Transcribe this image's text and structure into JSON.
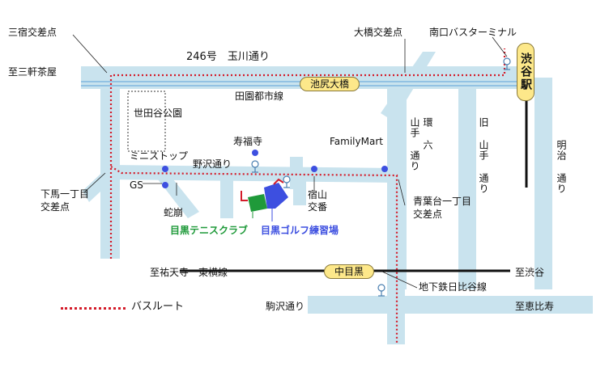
{
  "intersections": {
    "sanjuku": "三宿交差点",
    "ohashi": "大橋交差点",
    "shimouma": "下馬一丁目\n交差点",
    "aobadai": "青葉台一丁目\n交差点",
    "shukuyama": "宿山\n交番"
  },
  "roads": {
    "route246": "246号　玉川通り",
    "nozawa": "野沢通り",
    "komazawa": "駒沢通り",
    "kanroku": "環\n六",
    "yamate": "山手\n通り",
    "kyuyamate": "旧\n山手\n通り",
    "meiji": "明治\n通り"
  },
  "railways": {
    "denentoshi": "田園都市線",
    "toyoko": "至祐天寺　東横線",
    "hibiya": "地下鉄日比谷線"
  },
  "stations": {
    "ikejiri": "池尻大橋",
    "nakameguro": "中目黒",
    "shibuya": "渋谷駅"
  },
  "directions": {
    "sangenjaya": "至三軒茶屋",
    "shibuya": "至渋谷",
    "ebisu": "至恵比寿"
  },
  "landmarks": {
    "busterminal": "南口バスターミナル",
    "park": "世田谷公園",
    "jufukuji": "寿福寺",
    "ministop": "ミニストップ",
    "familymart": "FamilyMart",
    "gs": "GS",
    "jakuzure": "蛇崩"
  },
  "facilities": {
    "tennis": "目黒テニスクラブ",
    "golf": "目黒ゴルフ練習場"
  },
  "legend": {
    "bus_route": "バスルート"
  },
  "colors": {
    "road": "#c9e3ee",
    "bus_route": "#d41c2a",
    "station_fill": "#fde88a",
    "tennis": "#1f9a3a",
    "golf": "#3d4fe0"
  }
}
